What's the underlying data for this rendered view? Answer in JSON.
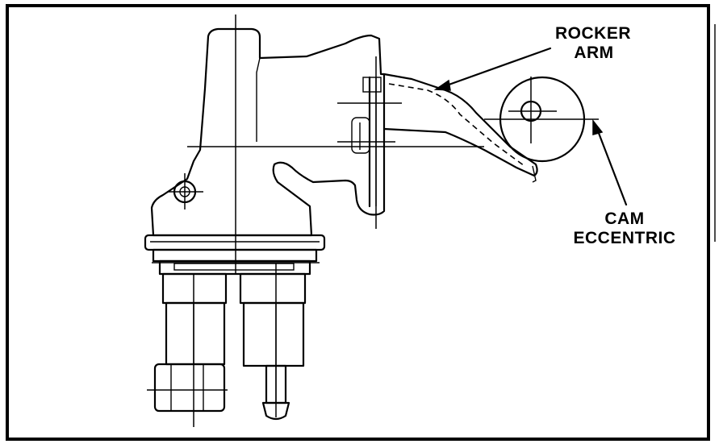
{
  "labels": {
    "rocker_arm_line1": "ROCKER",
    "rocker_arm_line2": "ARM",
    "cam_eccentric_line1": "CAM",
    "cam_eccentric_line2": "ECCENTRIC"
  },
  "colors": {
    "ink": "#000000",
    "paper": "#ffffff"
  }
}
